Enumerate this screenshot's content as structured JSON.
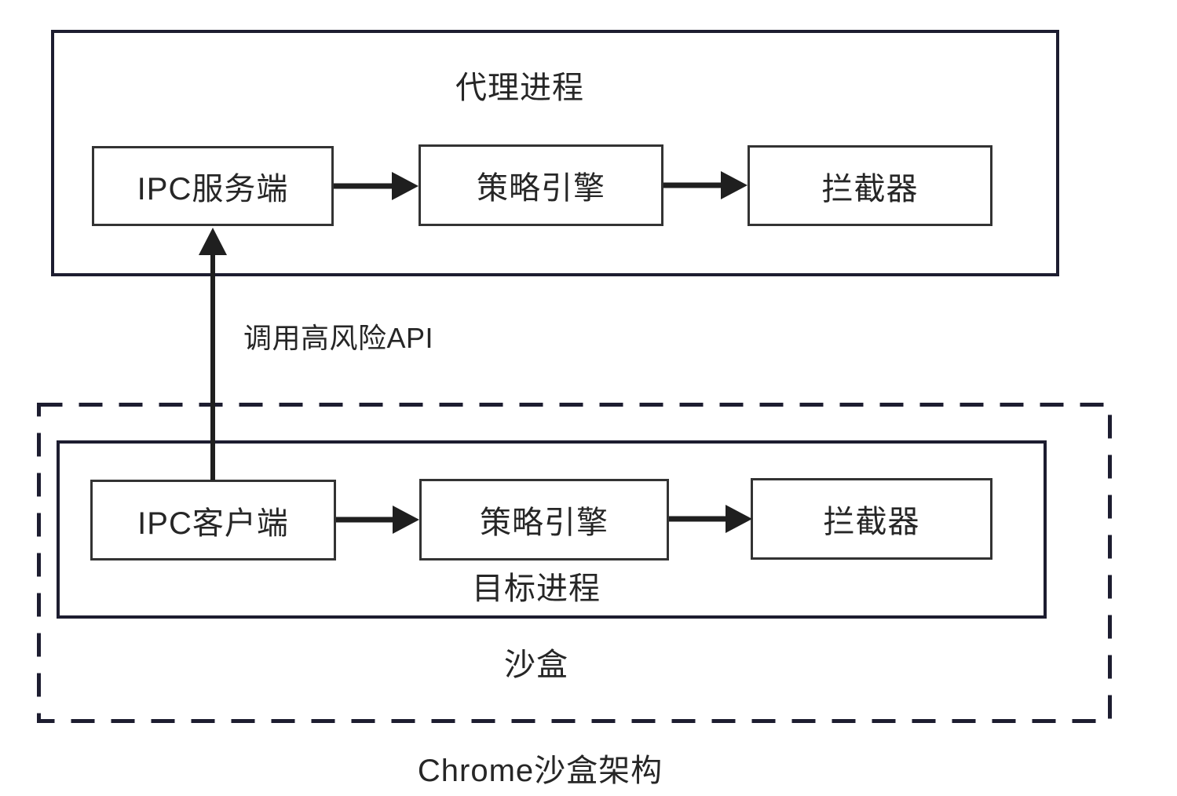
{
  "diagram": {
    "caption": "Chrome沙盒架构",
    "agent_process": {
      "title": "代理进程",
      "nodes": [
        "IPC服务端",
        "策略引擎",
        "拦截器"
      ]
    },
    "target_process": {
      "title": "目标进程",
      "nodes": [
        "IPC客户端",
        "策略引擎",
        "拦截器"
      ]
    },
    "sandbox_label": "沙盒",
    "edge_label": "调用高风险API"
  },
  "colors": {
    "frame": "#1d1d30",
    "node_border": "#333333",
    "arrow": "#1f1f1f",
    "text": "#262626",
    "background": "#ffffff"
  }
}
